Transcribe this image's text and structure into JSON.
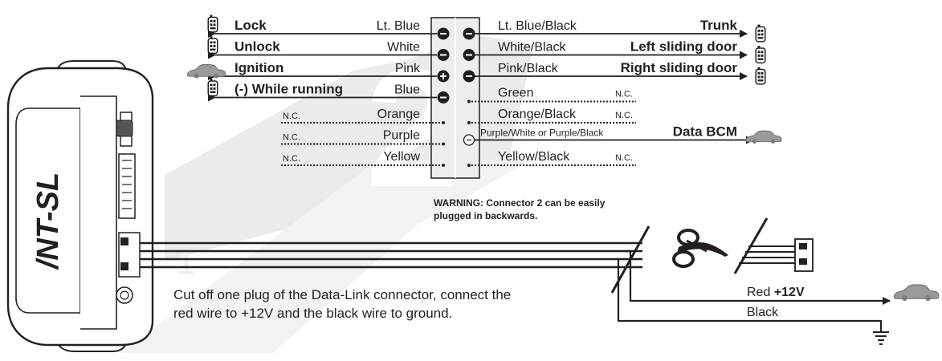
{
  "module": {
    "brand": "/NT-SL"
  },
  "left_labels": [
    {
      "func": "Lock",
      "wire": "Lt. Blue",
      "icon": "remote-icon"
    },
    {
      "func": "Unlock",
      "wire": "White",
      "icon": "remote-icon"
    },
    {
      "func": "Ignition",
      "wire": "Pink",
      "icon": "car-icon"
    },
    {
      "func": "(-) While running",
      "wire": "Blue",
      "icon": "remote-icon"
    },
    {
      "nc": "N.C.",
      "wire": "Orange"
    },
    {
      "nc": "N.C.",
      "wire": "Purple"
    },
    {
      "nc": "N.C.",
      "wire": "Yellow"
    }
  ],
  "right_labels": [
    {
      "wire": "Lt. Blue/Black",
      "func": "Trunk",
      "icon": "remote-icon"
    },
    {
      "wire": "White/Black",
      "func": "Left sliding door",
      "icon": "remote-icon"
    },
    {
      "wire": "Pink/Black",
      "func": "Right sliding door",
      "icon": "remote-icon"
    },
    {
      "wire": "Green",
      "nc": "N.C."
    },
    {
      "wire": "Orange/Black",
      "nc": "N.C."
    },
    {
      "wire": "Purple/White or Purple/Black",
      "func": "Data BCM",
      "icon": "car-icon"
    },
    {
      "wire": "Yellow/Black",
      "nc": "N.C."
    }
  ],
  "warning": [
    "WARNING: Connector 2 can be easily",
    "plugged in backwards."
  ],
  "data_link_note": [
    "Cut off one plug of the Data-Link connector, connect the",
    "red wire to +12V and the black wire to ground."
  ],
  "power": {
    "wire": "Red",
    "value": "+12V"
  },
  "ground": {
    "wire": "Black"
  },
  "watermarks": {
    "big": "2",
    "small": "1"
  }
}
